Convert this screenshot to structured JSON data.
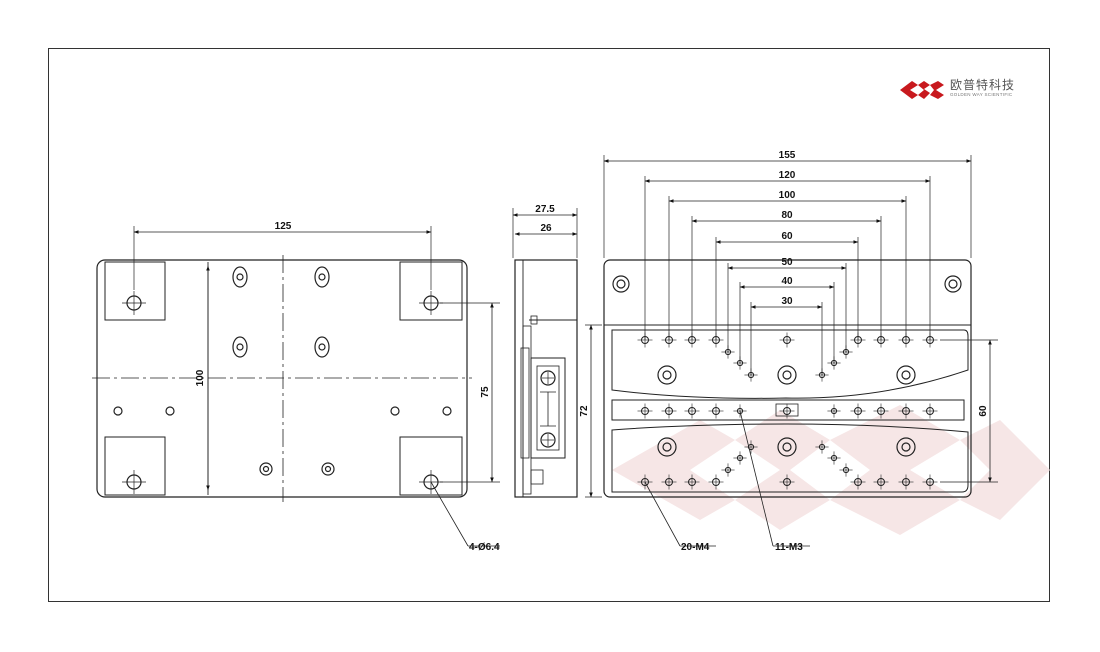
{
  "brand": {
    "name_cn": "欧普特科技",
    "name_en": "GOLDEN WAY SCIENTIFIC",
    "accent": "#c8191e",
    "watermark_color": "#f6e6e6"
  },
  "top_view": {
    "dim_width": "125",
    "dim_height": "100",
    "dim_hole_spacing": "75",
    "callout_holes": "4-Ø6.4"
  },
  "side_view": {
    "dim_overall": "27.5",
    "dim_body": "26"
  },
  "front_view": {
    "dims_horizontal": [
      "155",
      "120",
      "100",
      "80",
      "60",
      "50",
      "40",
      "30"
    ],
    "dim_height": "72",
    "dim_hole_spacing": "60",
    "callout_m4": "20-M4",
    "callout_m3": "11-M3"
  }
}
